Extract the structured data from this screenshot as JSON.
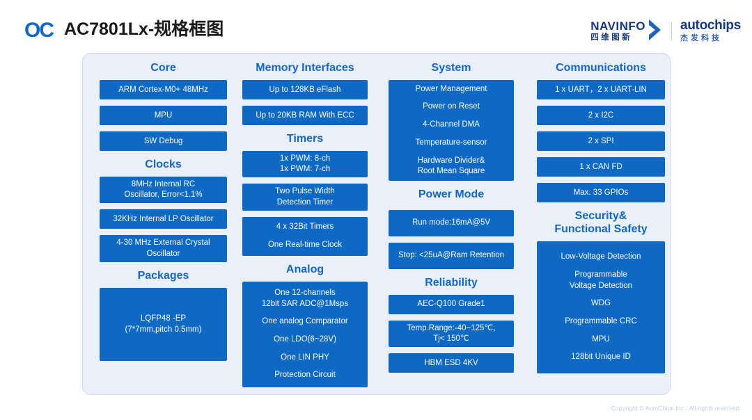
{
  "header": {
    "logo_mark": "OC",
    "title": "AC7801Lx-规格框图",
    "brand": {
      "navinfo_en": "NAVINFO",
      "navinfo_cn": "四维图新",
      "autochips_en": "autochips",
      "autochips_cn": "杰发科技"
    }
  },
  "columns": [
    {
      "key": "core",
      "sections": [
        {
          "title": "Core",
          "boxes": [
            {
              "lines": [
                "ARM Cortex-M0+ 48MHz"
              ]
            },
            {
              "lines": [
                "MPU"
              ]
            },
            {
              "lines": [
                "SW Debug"
              ]
            }
          ]
        },
        {
          "title": "Clocks",
          "boxes": [
            {
              "lines": [
                "8MHz Internal RC",
                "Oscillator, Error<1.1%"
              ]
            },
            {
              "lines": [
                "32KHz Internal LP Oscillator"
              ]
            },
            {
              "lines": [
                "4-30 MHz External Crystal",
                "Oscillator"
              ]
            }
          ]
        },
        {
          "title": "Packages",
          "boxes": [
            {
              "lines": [
                "LQFP48 -EP",
                "(7*7mm,pitch 0.5mm)"
              ]
            }
          ]
        }
      ]
    },
    {
      "key": "memory",
      "sections": [
        {
          "title": "Memory Interfaces",
          "boxes": [
            {
              "lines": [
                "Up to 128KB eFlash"
              ]
            },
            {
              "lines": [
                "Up to 20KB RAM With ECC"
              ]
            }
          ]
        },
        {
          "title": "Timers",
          "boxes": [
            {
              "lines": [
                "1x PWM: 8-ch",
                "1x PWM: 7-ch"
              ]
            },
            {
              "lines": [
                "Two Pulse Width",
                "Detection Timer"
              ]
            },
            {
              "groups": [
                [
                  "4 x 32Bit Timers"
                ],
                [
                  "One Real-time Clock"
                ]
              ]
            }
          ]
        },
        {
          "title": "Analog",
          "boxes": [
            {
              "groups": [
                [
                  "One 12-channels",
                  "12bit SAR ADC@1Msps"
                ],
                [
                  "One analog Comparator"
                ],
                [
                  "One LDO(6~28V)"
                ],
                [
                  "One LIN PHY"
                ],
                [
                  "Protection Circuit"
                ]
              ]
            }
          ]
        }
      ]
    },
    {
      "key": "system",
      "sections": [
        {
          "title": "System",
          "boxes": [
            {
              "groups": [
                [
                  "Power Management"
                ],
                [
                  "Power on Reset"
                ],
                [
                  "4-Channel DMA"
                ],
                [
                  "Temperature-sensor"
                ],
                [
                  "Hardware Divider&",
                  "Root Mean Square"
                ]
              ]
            }
          ]
        },
        {
          "title": "Power Mode",
          "boxes": [
            {
              "lines": [
                "Run mode:16mA@5V"
              ]
            },
            {
              "lines": [
                "Stop: <25uA@Ram Retention"
              ]
            }
          ]
        },
        {
          "title": "Reliability",
          "boxes": [
            {
              "lines": [
                "AEC-Q100 Grade1"
              ]
            },
            {
              "lines": [
                "Temp.Range:-40~125℃,",
                "Tj< 150℃"
              ]
            },
            {
              "lines": [
                "HBM ESD  4KV"
              ]
            }
          ]
        }
      ]
    },
    {
      "key": "communications",
      "sections": [
        {
          "title": "Communications",
          "boxes": [
            {
              "lines": [
                "1 x UART，2 x UART-LIN"
              ]
            },
            {
              "lines": [
                "2 x I2C"
              ]
            },
            {
              "lines": [
                "2 x SPI"
              ]
            },
            {
              "lines": [
                "1 x CAN FD"
              ]
            },
            {
              "lines": [
                "Max. 33 GPIOs"
              ]
            }
          ]
        },
        {
          "title": "Security&\nFunctional Safety",
          "title_lines": [
            "Security&",
            "Functional Safety"
          ],
          "boxes": [
            {
              "groups": [
                [
                  "Low-Voltage Detection"
                ],
                [
                  "Programmable",
                  "Voltage Detection"
                ],
                [
                  "WDG"
                ],
                [
                  "Programmable CRC"
                ],
                [
                  "MPU"
                ],
                [
                  "128bit Unique ID"
                ]
              ]
            }
          ]
        }
      ]
    }
  ],
  "footer": {
    "copyright": "Copyright © AutoChips Inc . All rights reserved."
  },
  "colors": {
    "accent": "#1266c4",
    "box": "#0d69c3",
    "panel_bg": "#eaf0f9",
    "brand": "#16387a"
  }
}
